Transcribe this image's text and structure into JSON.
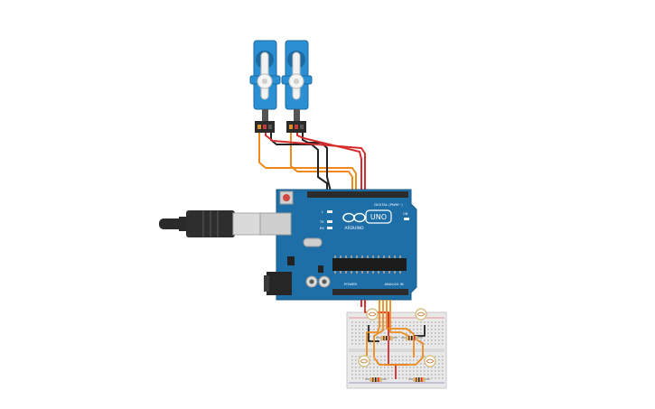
{
  "board": {
    "logo_text": "ARDUINO",
    "model_badge": "UNO",
    "digital_header_label": "DIGITAL (PWM~)",
    "analog_header_label": "ANALOG IN",
    "power_header_label": "POWER",
    "tx_label": "TX",
    "rx_label": "RX",
    "l_label": "L",
    "on_label": "ON"
  },
  "colors": {
    "board_blue": "#1e6fa8",
    "servo_blue": "#2a8fd3",
    "wire_red": "#d62c2c",
    "wire_black": "#222222",
    "wire_orange": "#ee8a1a",
    "breadboard": "#e9e9e9",
    "usb_gray": "#cfcfcf"
  },
  "icons": {
    "usb_cable": "usb-cable-icon",
    "servo": "servo-motor-icon",
    "photoresistor": "photoresistor-icon",
    "resistor": "resistor-icon"
  }
}
